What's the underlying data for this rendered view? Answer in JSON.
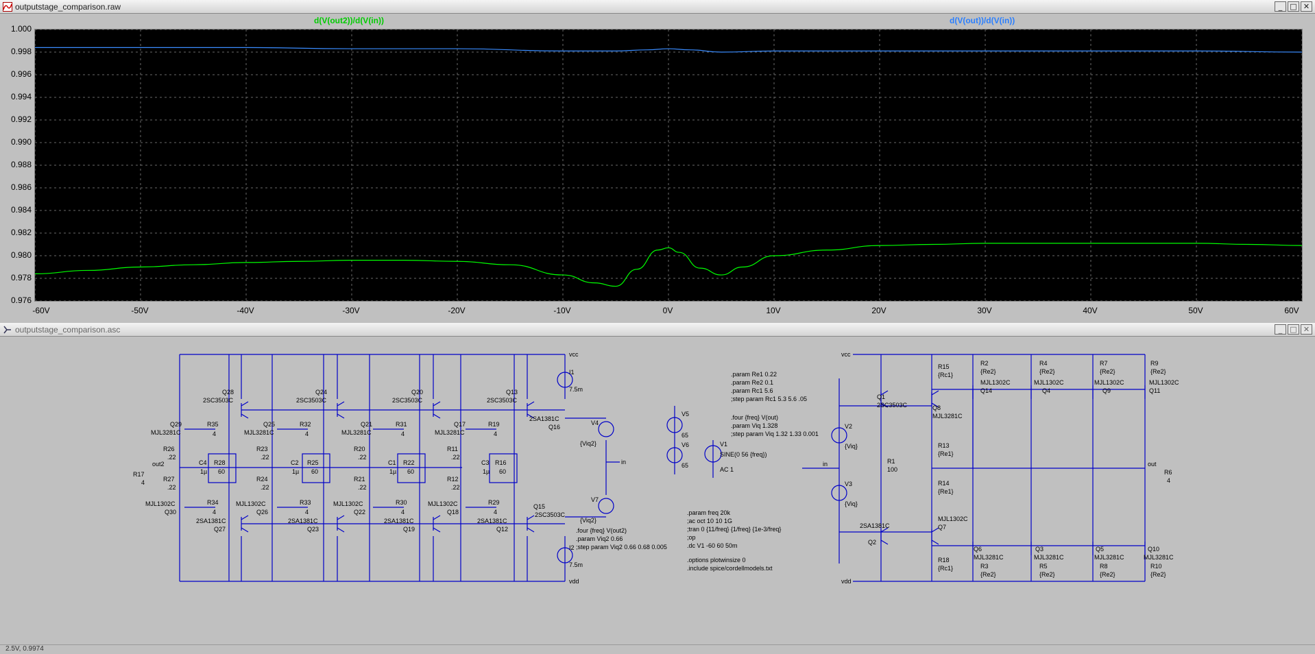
{
  "plot_window": {
    "title": "outputstage_comparison.raw",
    "buttons": {
      "minimize": "_",
      "maximize": "□",
      "close": "✕"
    }
  },
  "schematic_window": {
    "title": "outputstage_comparison.asc",
    "buttons": {
      "minimize": "_",
      "maximize": "□",
      "close": "✕"
    }
  },
  "chart_data": {
    "type": "line",
    "series": [
      {
        "name": "d(V(out2))/d(V(in))",
        "color": "#00ff00",
        "x": [
          -60,
          -55,
          -50,
          -45,
          -40,
          -35,
          -30,
          -25,
          -20,
          -15,
          -10,
          -7,
          -5,
          -3,
          -1,
          0,
          1,
          3,
          5,
          7,
          10,
          15,
          20,
          25,
          30,
          35,
          40,
          45,
          50,
          55,
          60
        ],
        "y": [
          0.9784,
          0.9787,
          0.979,
          0.9792,
          0.9794,
          0.9795,
          0.9796,
          0.9796,
          0.9795,
          0.9792,
          0.9783,
          0.9776,
          0.9773,
          0.9788,
          0.9805,
          0.9807,
          0.9803,
          0.9789,
          0.9783,
          0.979,
          0.98,
          0.9805,
          0.9809,
          0.981,
          0.9811,
          0.9811,
          0.9811,
          0.9811,
          0.9811,
          0.981,
          0.9809
        ]
      },
      {
        "name": "d(V(out))/d(V(in))",
        "color": "#3a8cff",
        "x": [
          -60,
          -50,
          -40,
          -30,
          -20,
          -10,
          -5,
          -2,
          0,
          2,
          5,
          10,
          20,
          30,
          40,
          50,
          60
        ],
        "y": [
          0.9984,
          0.9984,
          0.9984,
          0.9983,
          0.9983,
          0.9981,
          0.9981,
          0.9982,
          0.9983,
          0.9982,
          0.998,
          0.9981,
          0.9981,
          0.9981,
          0.9981,
          0.9981,
          0.998
        ]
      }
    ],
    "xlim": [
      -60,
      60
    ],
    "ylim": [
      0.976,
      1.0
    ],
    "x_ticks": [
      -60,
      -50,
      -40,
      -30,
      -20,
      -10,
      0,
      10,
      20,
      30,
      40,
      50,
      60
    ],
    "x_tick_labels": [
      "-60V",
      "-50V",
      "-40V",
      "-30V",
      "-20V",
      "-10V",
      "0V",
      "10V",
      "20V",
      "30V",
      "40V",
      "50V",
      "60V"
    ],
    "y_ticks": [
      0.976,
      0.978,
      0.98,
      0.982,
      0.984,
      0.986,
      0.988,
      0.99,
      0.992,
      0.994,
      0.996,
      0.998,
      1.0
    ],
    "y_tick_labels": [
      "0.976",
      "0.978",
      "0.980",
      "0.982",
      "0.984",
      "0.986",
      "0.988",
      "0.990",
      "0.992",
      "0.994",
      "0.996",
      "0.998",
      "1.000"
    ],
    "grid": true,
    "background": "#000000"
  },
  "schematic": {
    "net_labels": {
      "vcc": "vcc",
      "vdd": "vdd",
      "in": "in",
      "out": "out",
      "out2": "out2"
    },
    "left": {
      "upper_transistors": [
        {
          "ref": "Q28",
          "model": "2SC3503C"
        },
        {
          "ref": "Q24",
          "model": "2SC3503C"
        },
        {
          "ref": "Q20",
          "model": "2SC3503C"
        },
        {
          "ref": "Q13",
          "model": "2SC3503C"
        },
        {
          "ref": "Q16",
          "model": "2SA1381C"
        }
      ],
      "driver_npn": [
        {
          "ref": "Q29",
          "model": "MJL3281C"
        },
        {
          "ref": "Q25",
          "model": "MJL3281C"
        },
        {
          "ref": "Q21",
          "model": "MJL3281C"
        },
        {
          "ref": "Q17",
          "model": "MJL3281C"
        }
      ],
      "driver_pnp": [
        {
          "ref": "Q30",
          "model": "MJL1302C"
        },
        {
          "ref": "Q26",
          "model": "MJL1302C"
        },
        {
          "ref": "Q22",
          "model": "MJL1302C"
        },
        {
          "ref": "Q18",
          "model": "MJL1302C"
        }
      ],
      "lower_transistors": [
        {
          "ref": "Q27",
          "model": "2SA1381C"
        },
        {
          "ref": "Q23",
          "model": "2SA1381C"
        },
        {
          "ref": "Q19",
          "model": "2SA1381C"
        },
        {
          "ref": "Q12",
          "model": "2SA1381C"
        },
        {
          "ref": "Q15",
          "model": "2SC3503C"
        }
      ],
      "top_resistors": [
        {
          "ref": "R35",
          "value": "4"
        },
        {
          "ref": "R32",
          "value": "4"
        },
        {
          "ref": "R31",
          "value": "4"
        },
        {
          "ref": "R19",
          "value": "4"
        }
      ],
      "bottom_resistors": [
        {
          "ref": "R34",
          "value": "4"
        },
        {
          "ref": "R33",
          "value": "4"
        },
        {
          "ref": "R30",
          "value": "4"
        },
        {
          "ref": "R29",
          "value": "4"
        }
      ],
      "emitter_upper": [
        {
          "ref": "R26",
          "value": ".22"
        },
        {
          "ref": "R23",
          "value": ".22"
        },
        {
          "ref": "R20",
          "value": ".22"
        },
        {
          "ref": "R11",
          "value": ".22"
        }
      ],
      "emitter_lower": [
        {
          "ref": "R27",
          "value": ".22"
        },
        {
          "ref": "R24",
          "value": ".22"
        },
        {
          "ref": "R21",
          "value": ".22"
        },
        {
          "ref": "R12",
          "value": ".22"
        }
      ],
      "caps": [
        {
          "ref": "C4",
          "value": "1µ"
        },
        {
          "ref": "C2",
          "value": "1µ"
        },
        {
          "ref": "C1",
          "value": "1µ"
        },
        {
          "ref": "C3",
          "value": "1µ"
        }
      ],
      "bias_resistors": [
        {
          "ref": "R28",
          "value": "60"
        },
        {
          "ref": "R25",
          "value": "60"
        },
        {
          "ref": "R22",
          "value": "60"
        },
        {
          "ref": "R16",
          "value": "60"
        }
      ],
      "load": {
        "ref": "R17",
        "value": "4"
      },
      "i1": {
        "ref": "I1",
        "value": "7.5m"
      },
      "i2": {
        "ref": "I2",
        "value": "7.5m"
      },
      "v4": {
        "ref": "V4",
        "value": "{Viq2}"
      },
      "v7": {
        "ref": "V7",
        "value": "{Viq2}"
      },
      "directives": [
        ".four {freq} V(out2)",
        ".param Viq2 0.66",
        ";step param Viq2 0.66 0.68 0.005"
      ]
    },
    "middle": {
      "v5": {
        "ref": "V5",
        "value": "65"
      },
      "v6": {
        "ref": "V6",
        "value": "65"
      },
      "v1": {
        "ref": "V1",
        "value": "SINE(0 56 {freq})",
        "ac": "AC 1"
      },
      "params_top": [
        ".param Re1 0.22",
        ".param Re2 0.1",
        ".param Rc1 5.6",
        ";step param Rc1 5.3 5.6 .05"
      ],
      "params_mid": [
        ".four {freq} V(out)",
        ".param Viq 1.328",
        ";step param Viq 1.32 1.33 0.001"
      ],
      "params_bottom": [
        ".param freq 20k",
        ";ac oct 10 10 1G",
        ";tran 0 {11/freq} {1/freq} {1e-3/freq}",
        ";op",
        ".dc V1 -60 60 50m"
      ],
      "options": [
        ".options plotwinsize 0",
        ".include spice/cordellmodels.txt"
      ]
    },
    "right": {
      "q1": {
        "ref": "Q1",
        "model": "2SC3503C"
      },
      "q2": {
        "ref": "Q2",
        "model": "2SA1381C"
      },
      "q8": {
        "ref": "Q8",
        "model": "MJL3281C"
      },
      "q7": {
        "ref": "Q7",
        "model": "MJL1302C"
      },
      "v2": {
        "ref": "V2",
        "value": "{Viq}"
      },
      "v3": {
        "ref": "V3",
        "value": "{Viq}"
      },
      "r1": {
        "ref": "R1",
        "value": "100"
      },
      "r13": {
        "ref": "R13",
        "value": "{Re1}"
      },
      "r14": {
        "ref": "R14",
        "value": "{Re1}"
      },
      "r15": {
        "ref": "R15",
        "value": "{Rc1}"
      },
      "r18": {
        "ref": "R18",
        "value": "{Rc1}"
      },
      "out_upper": [
        {
          "ref": "Q14",
          "model": "MJL1302C"
        },
        {
          "ref": "Q4",
          "model": "MJL1302C"
        },
        {
          "ref": "Q9",
          "model": "MJL1302C"
        },
        {
          "ref": "Q11",
          "model": "MJL1302C"
        }
      ],
      "out_lower": [
        {
          "ref": "Q6",
          "model": "MJL3281C"
        },
        {
          "ref": "Q3",
          "model": "MJL3281C"
        },
        {
          "ref": "Q5",
          "model": "MJL3281C"
        },
        {
          "ref": "Q10",
          "model": "MJL3281C"
        }
      ],
      "r_upper": [
        {
          "ref": "R2",
          "value": "{Re2}"
        },
        {
          "ref": "R4",
          "value": "{Re2}"
        },
        {
          "ref": "R7",
          "value": "{Re2}"
        },
        {
          "ref": "R9",
          "value": "{Re2}"
        }
      ],
      "r_lower": [
        {
          "ref": "R3",
          "value": "{Re2}"
        },
        {
          "ref": "R5",
          "value": "{Re2}"
        },
        {
          "ref": "R8",
          "value": "{Re2}"
        },
        {
          "ref": "R10",
          "value": "{Re2}"
        }
      ],
      "load": {
        "ref": "R6",
        "value": "4"
      }
    }
  },
  "status_bar": {
    "text": "2.5V, 0.9974"
  }
}
